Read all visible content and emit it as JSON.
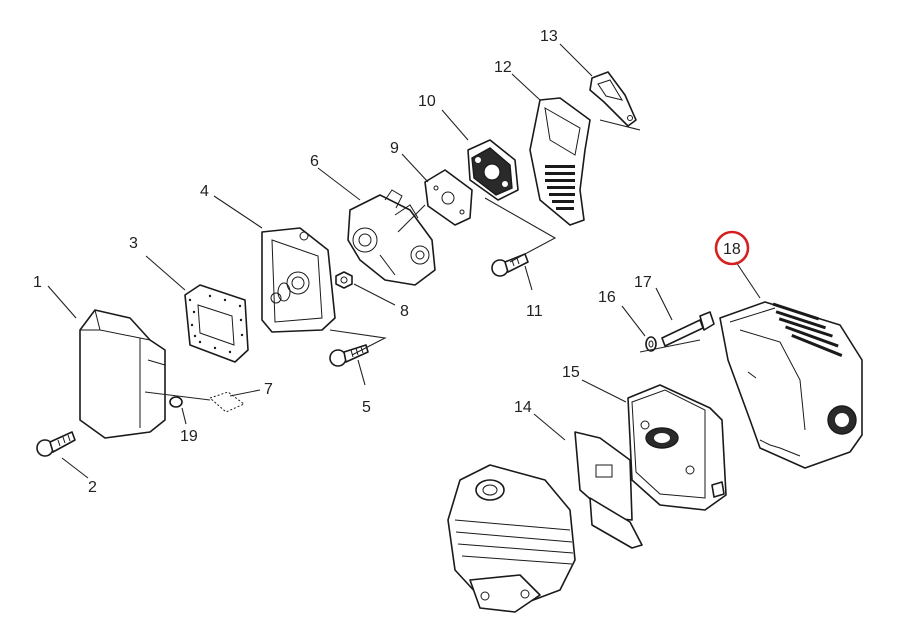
{
  "diagram": {
    "highlight_color": "#d42020",
    "line_color": "#1a1a1a",
    "highlighted_part": "18",
    "parts": [
      {
        "number": "1"
      },
      {
        "number": "2"
      },
      {
        "number": "3"
      },
      {
        "number": "4"
      },
      {
        "number": "5"
      },
      {
        "number": "6"
      },
      {
        "number": "7"
      },
      {
        "number": "8"
      },
      {
        "number": "9"
      },
      {
        "number": "10"
      },
      {
        "number": "11"
      },
      {
        "number": "12"
      },
      {
        "number": "13"
      },
      {
        "number": "14"
      },
      {
        "number": "15"
      },
      {
        "number": "16"
      },
      {
        "number": "17"
      },
      {
        "number": "18"
      },
      {
        "number": "19"
      }
    ]
  }
}
